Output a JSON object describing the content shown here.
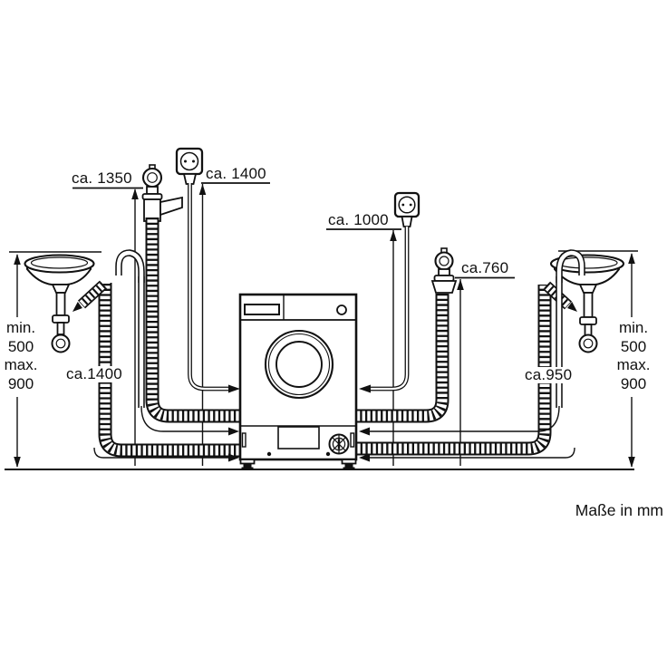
{
  "page": {
    "background": "#ffffff",
    "ink": "#111111"
  },
  "footer": {
    "units_note": "Maße in mm"
  },
  "labels": {
    "tap_left": "ca. 1350",
    "socket_left": "ca. 1400",
    "socket_right": "ca. 1000",
    "tap_right": "ca.760",
    "drain_left": "ca.1400",
    "drain_right": "ca.950"
  },
  "height_left": {
    "min_label": "min.",
    "min_value": "500",
    "max_label": "max.",
    "max_value": "900"
  },
  "height_right": {
    "min_label": "min.",
    "min_value": "500",
    "max_label": "max.",
    "max_value": "900"
  },
  "icons": {
    "machine": "washing-machine",
    "sink_left": "sink-with-siphon",
    "sink_right": "sink-with-siphon",
    "tap_left": "water-tap",
    "tap_right": "water-tap",
    "socket_left": "power-socket",
    "socket_right": "power-socket",
    "inlet_hose": "corrugated-hose",
    "drain_hose": "corrugated-hose",
    "cable": "power-cable"
  }
}
